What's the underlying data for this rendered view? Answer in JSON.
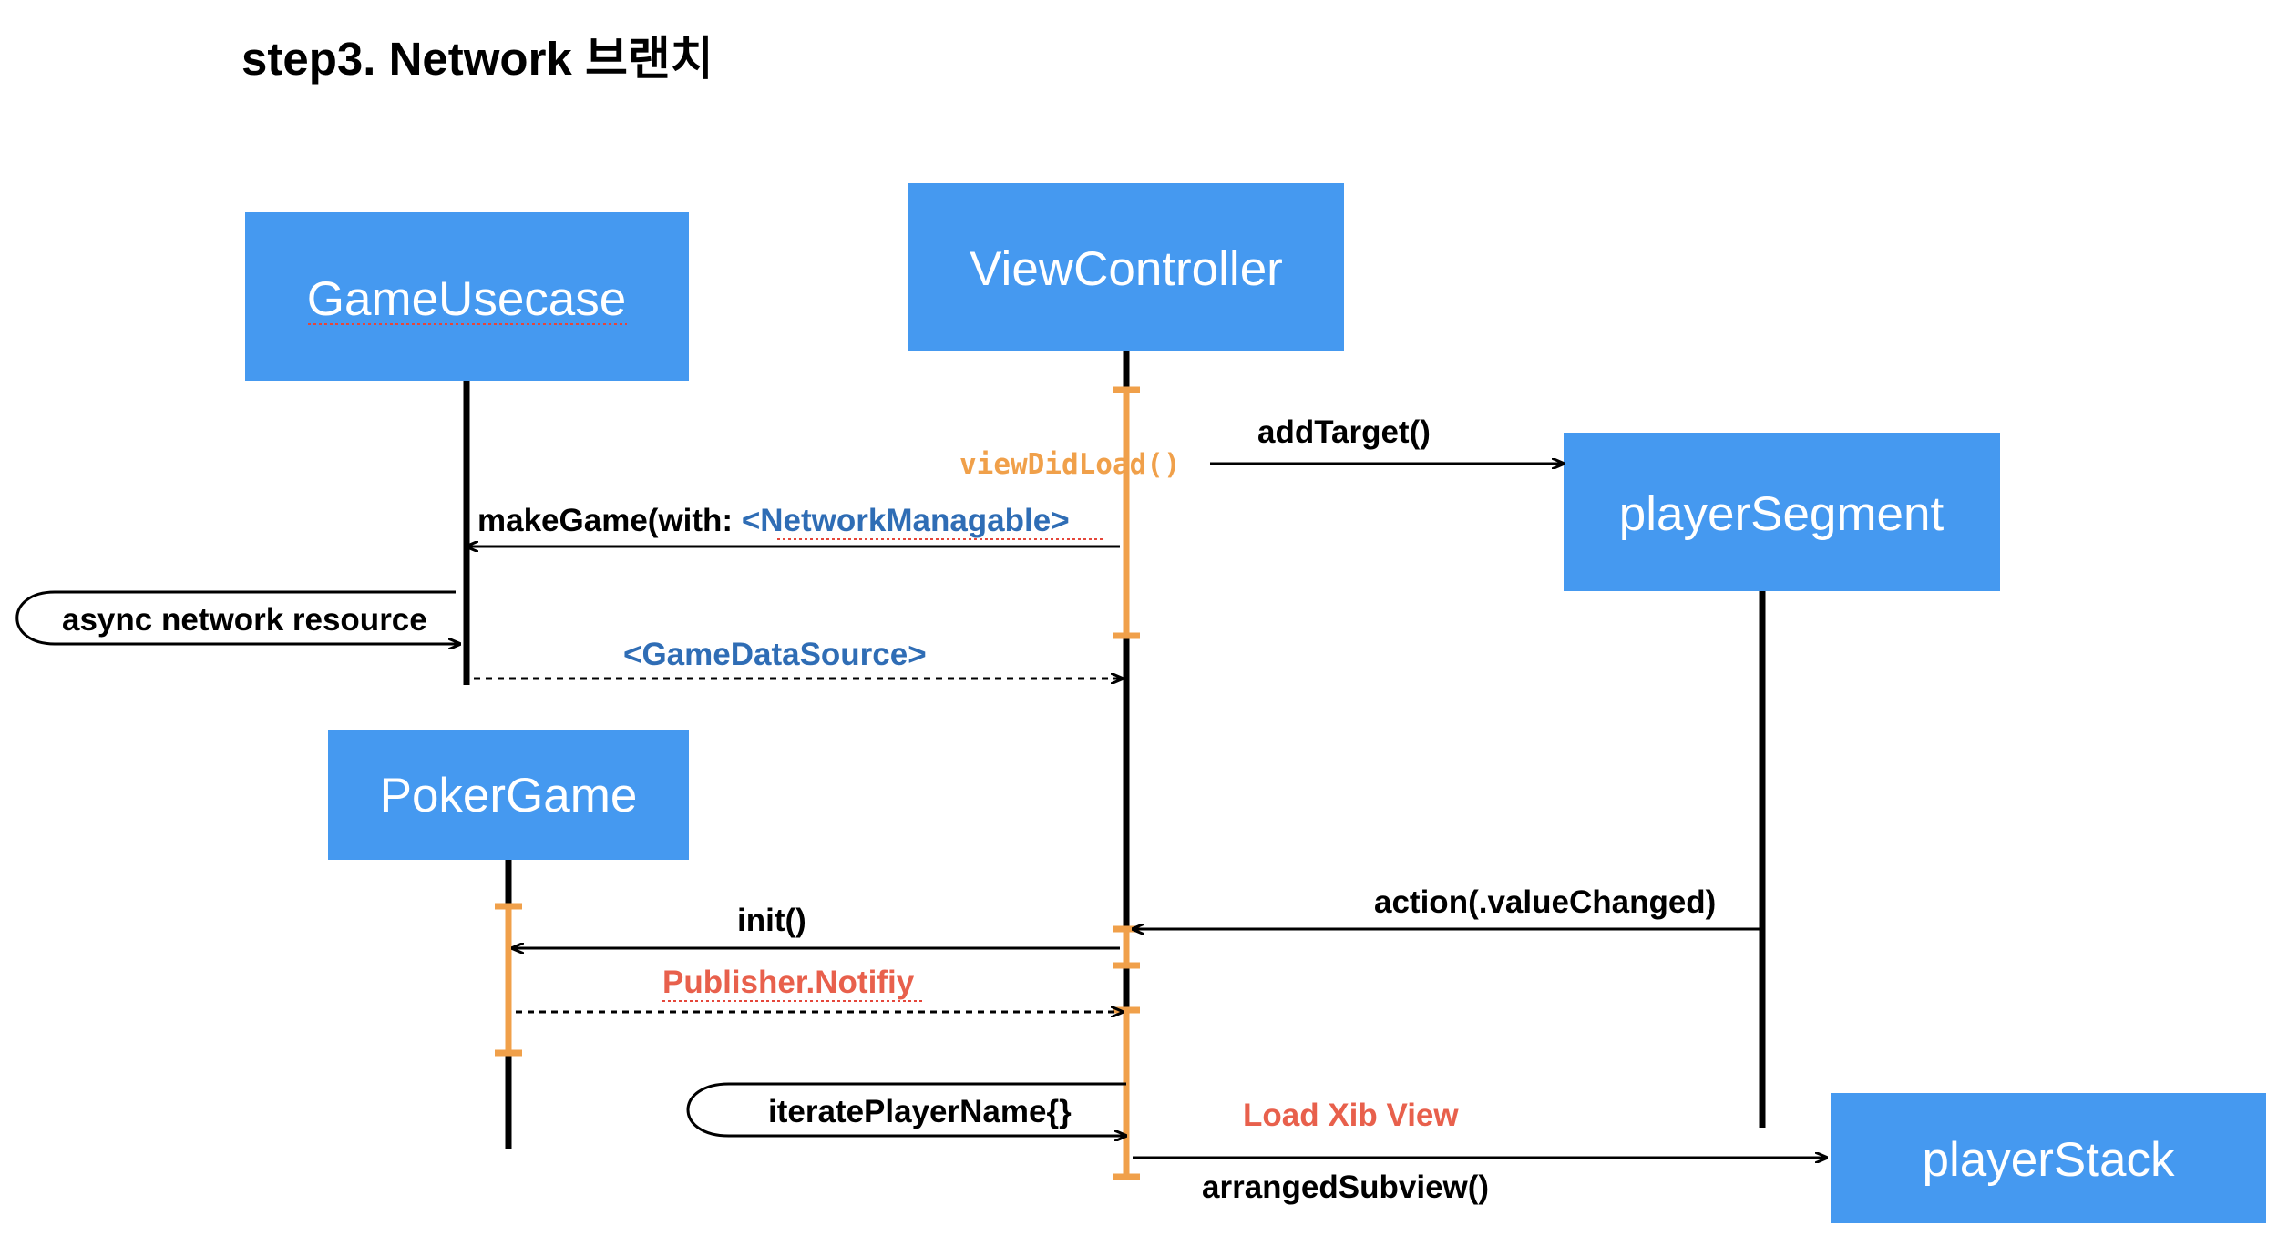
{
  "title": "step3. Network 브랜치",
  "colors": {
    "box_fill": "#4599f0",
    "box_text": "#ffffff",
    "activation": "#f0a04a",
    "message_blue": "#2f6db5",
    "message_red": "#e8604c",
    "lifeline": "#000000"
  },
  "participants": {
    "game_usecase": "GameUsecase",
    "view_controller": "ViewController",
    "player_segment": "playerSegment",
    "poker_game": "PokerGame",
    "player_stack": "playerStack"
  },
  "messages": {
    "view_did_load": "viewDidLoad()",
    "add_target": "addTarget()",
    "make_game_prefix": "makeGame(with: ",
    "make_game_type": "<NetworkManagable>",
    "async_resource": "async network resource",
    "game_data_source": "<GameDataSource>",
    "init": "init()",
    "action_value_changed": "action(.valueChanged)",
    "publisher_notify": "Publisher.Notifiy",
    "iterate_player_name": "iteratePlayerName{}",
    "load_xib_view": "Load Xib View",
    "arranged_subview": "arrangedSubview()"
  }
}
